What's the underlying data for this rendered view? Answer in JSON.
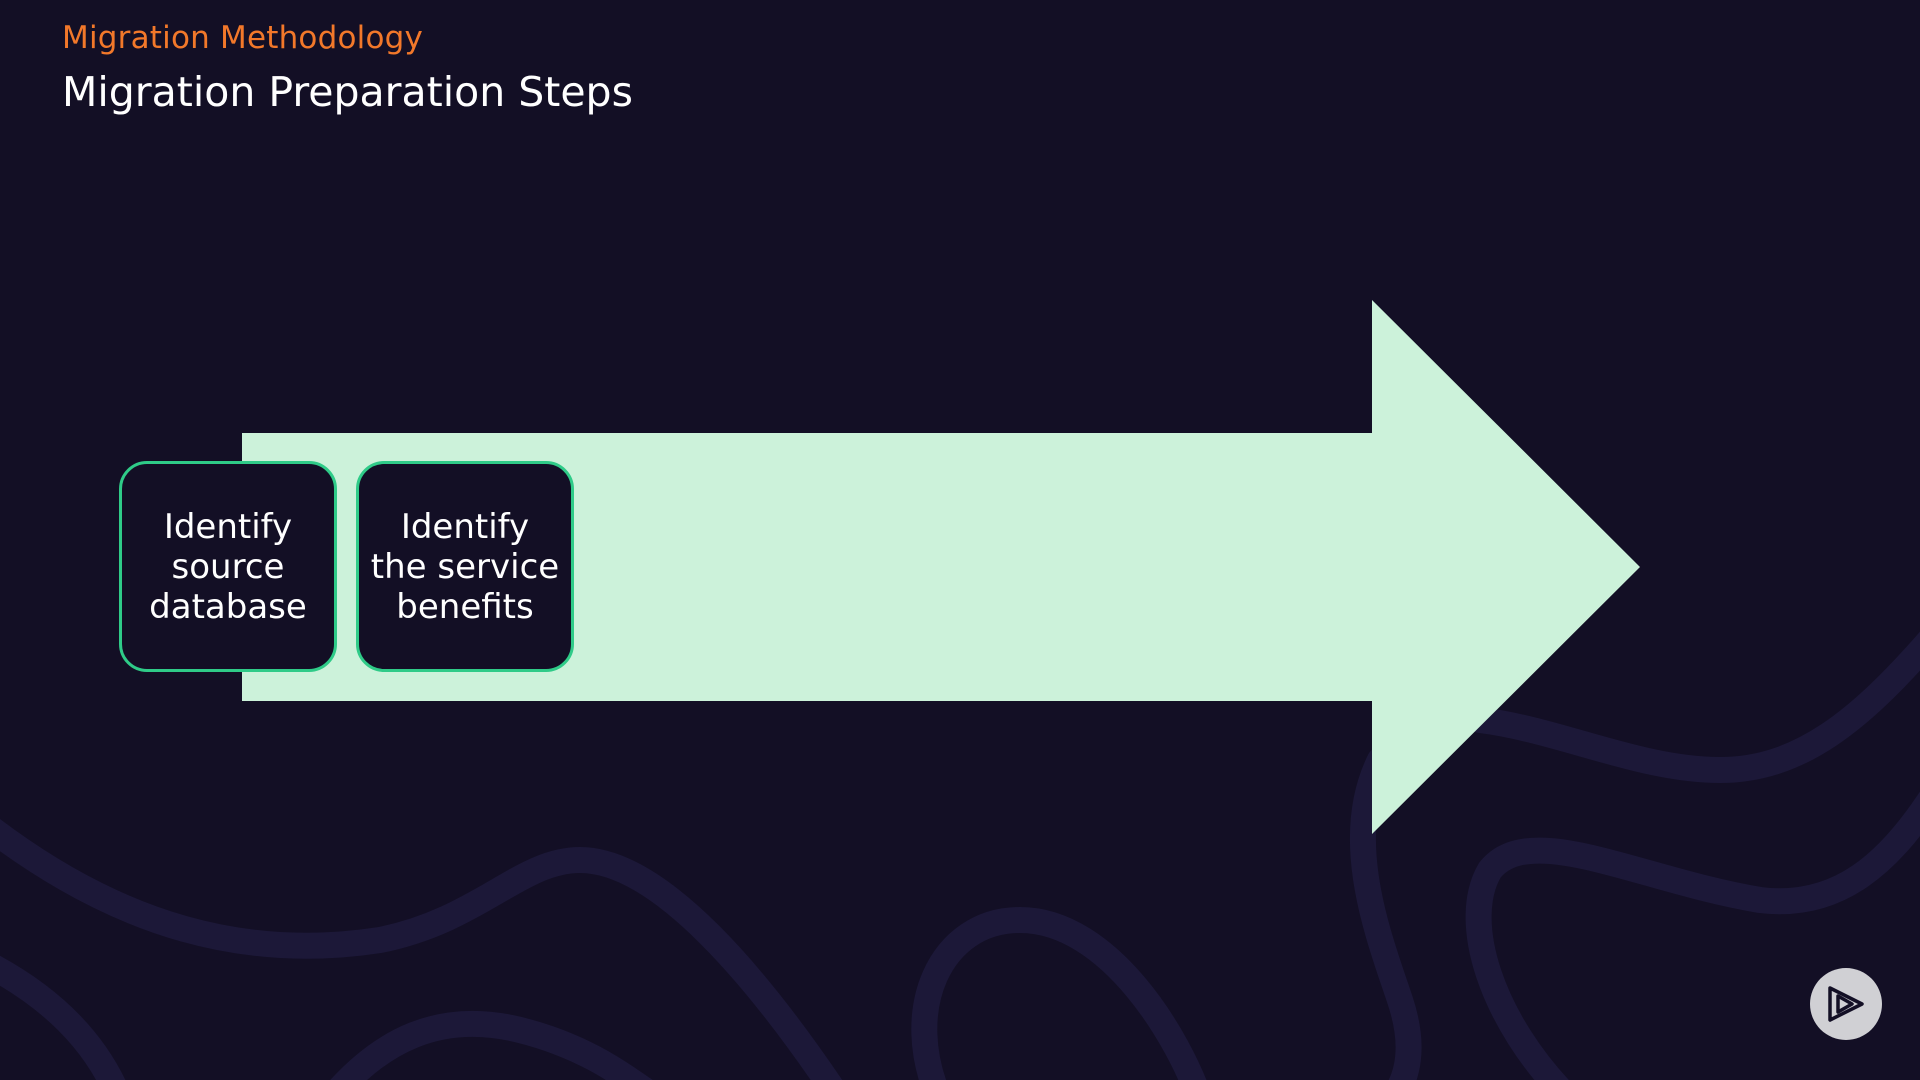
{
  "header": {
    "kicker": "Migration Methodology",
    "title": "Migration Preparation Steps"
  },
  "steps": [
    {
      "label": "Identify source database"
    },
    {
      "label": "Identify the service benefits"
    }
  ],
  "colors": {
    "background": "#130f25",
    "kicker": "#f2782a",
    "arrow_fill": "#ccf2da",
    "card_border": "#2fcb88",
    "waves": "#1c1838"
  },
  "icons": {
    "badge": "play-logo-icon"
  }
}
